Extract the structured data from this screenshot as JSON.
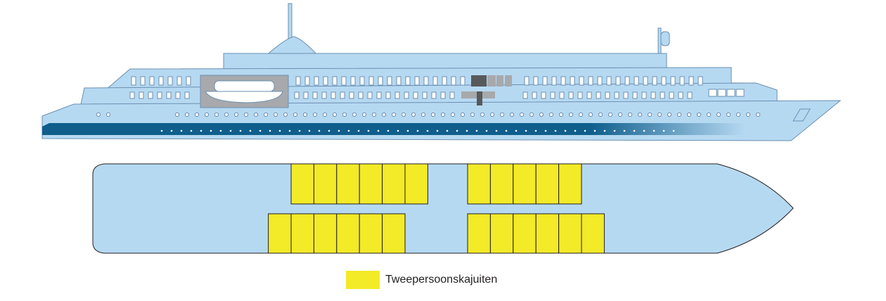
{
  "legend": {
    "items": [
      {
        "label": "Tweepersoonskajuiten",
        "color": "#f3ea28"
      }
    ]
  },
  "colors": {
    "hull_light": "#b6d9f2",
    "hull_stroke": "#6a8fb0",
    "hull_band": "#0f5e8c",
    "deck_plan": "#b6d9f2",
    "cabin": "#f3ea28",
    "lifeboat_bay": "#a7a9ac",
    "dark_window": "#58595b"
  },
  "deck_plan": {
    "cabin_blocks": [
      {
        "row": "top",
        "start": 0,
        "count": 6
      },
      {
        "row": "top",
        "start": 8,
        "count": 5
      },
      {
        "row": "bottom",
        "start": -1,
        "count": 6
      },
      {
        "row": "bottom",
        "start": 8,
        "count": 6
      }
    ]
  }
}
